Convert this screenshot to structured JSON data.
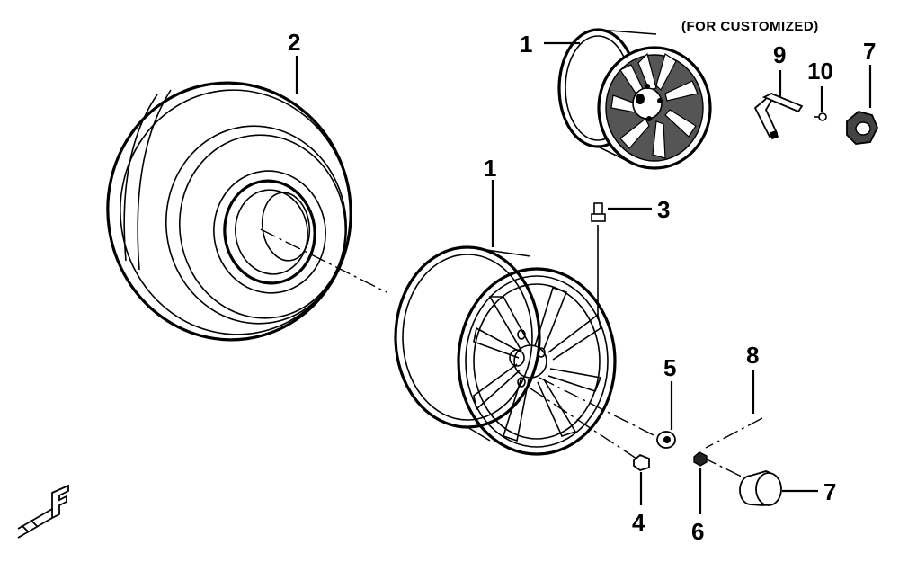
{
  "note": "(FOR CUSTOMIZED)",
  "callouts": {
    "tire": "2",
    "rim_main": "1",
    "rim_custom": "1",
    "valve": "3",
    "lug_nut": "4",
    "washer": "5",
    "nut": "6",
    "cap_main": "7",
    "cap_custom": "7",
    "pin": "8",
    "clip": "9",
    "screw": "10"
  },
  "front_marker": "F"
}
